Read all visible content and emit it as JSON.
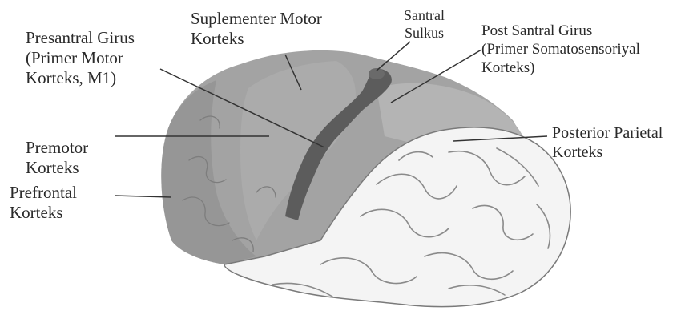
{
  "labels": {
    "presantral": [
      "Presantral Girus",
      "(Primer Motor",
      "Korteks, M1)"
    ],
    "premotor": [
      "Premotor",
      "Korteks"
    ],
    "prefrontal": [
      "Prefrontal",
      "Korteks"
    ],
    "suplementer": [
      "Suplementer Motor",
      "Korteks"
    ],
    "sulkus": [
      "Santral",
      "Sulkus"
    ],
    "postsantral": [
      "Post Santral Girus",
      "(Primer Somatosensoriyal",
      "Korteks)"
    ],
    "parietal": [
      "Posterior Parietal",
      "Korteks"
    ]
  },
  "colors": {
    "frontal_gray": "#a3a3a3",
    "frontal_dark": "#8c8c8c",
    "motor_strip": "#5c5c5c",
    "brain_white": "#f4f4f4",
    "gyrus_line": "#8a8a8a",
    "leader_line": "#333333"
  }
}
